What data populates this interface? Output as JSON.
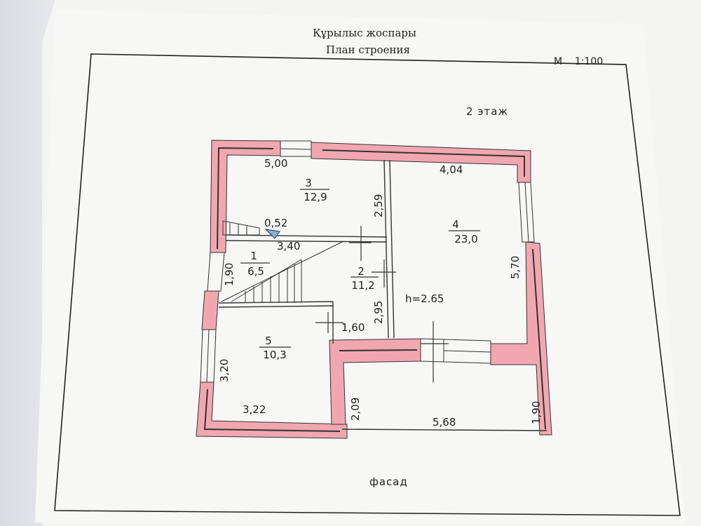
{
  "header": {
    "title_kz": "Құрылыс жоспары",
    "title_ru": "План строения",
    "scale": "М    1:100"
  },
  "floor_label": "2 этаж",
  "facade_label": "фасад",
  "rooms": [
    {
      "number": "1",
      "area": "6,5"
    },
    {
      "number": "2",
      "area": "11,2"
    },
    {
      "number": "3",
      "area": "12,9"
    },
    {
      "number": "4",
      "area": "23,0"
    },
    {
      "number": "5",
      "area": "10,3"
    }
  ],
  "height_label": "h=2.65",
  "dimensions": {
    "d_500": "5,00",
    "d_404": "4,04",
    "d_259": "2,59",
    "d_052": "0,52",
    "d_340": "3,40",
    "d_190_left": "1,90",
    "d_570": "5,70",
    "d_295": "2,95",
    "d_160": "1,60",
    "d_320": "3,20",
    "d_322": "3,22",
    "d_209": "2,09",
    "d_568": "5,68",
    "d_190_right": "1,90"
  },
  "colors": {
    "wall_fill": "#f2a7b0",
    "wall_line": "#444444",
    "line": "#222222",
    "paper": "#f7f7f5"
  }
}
